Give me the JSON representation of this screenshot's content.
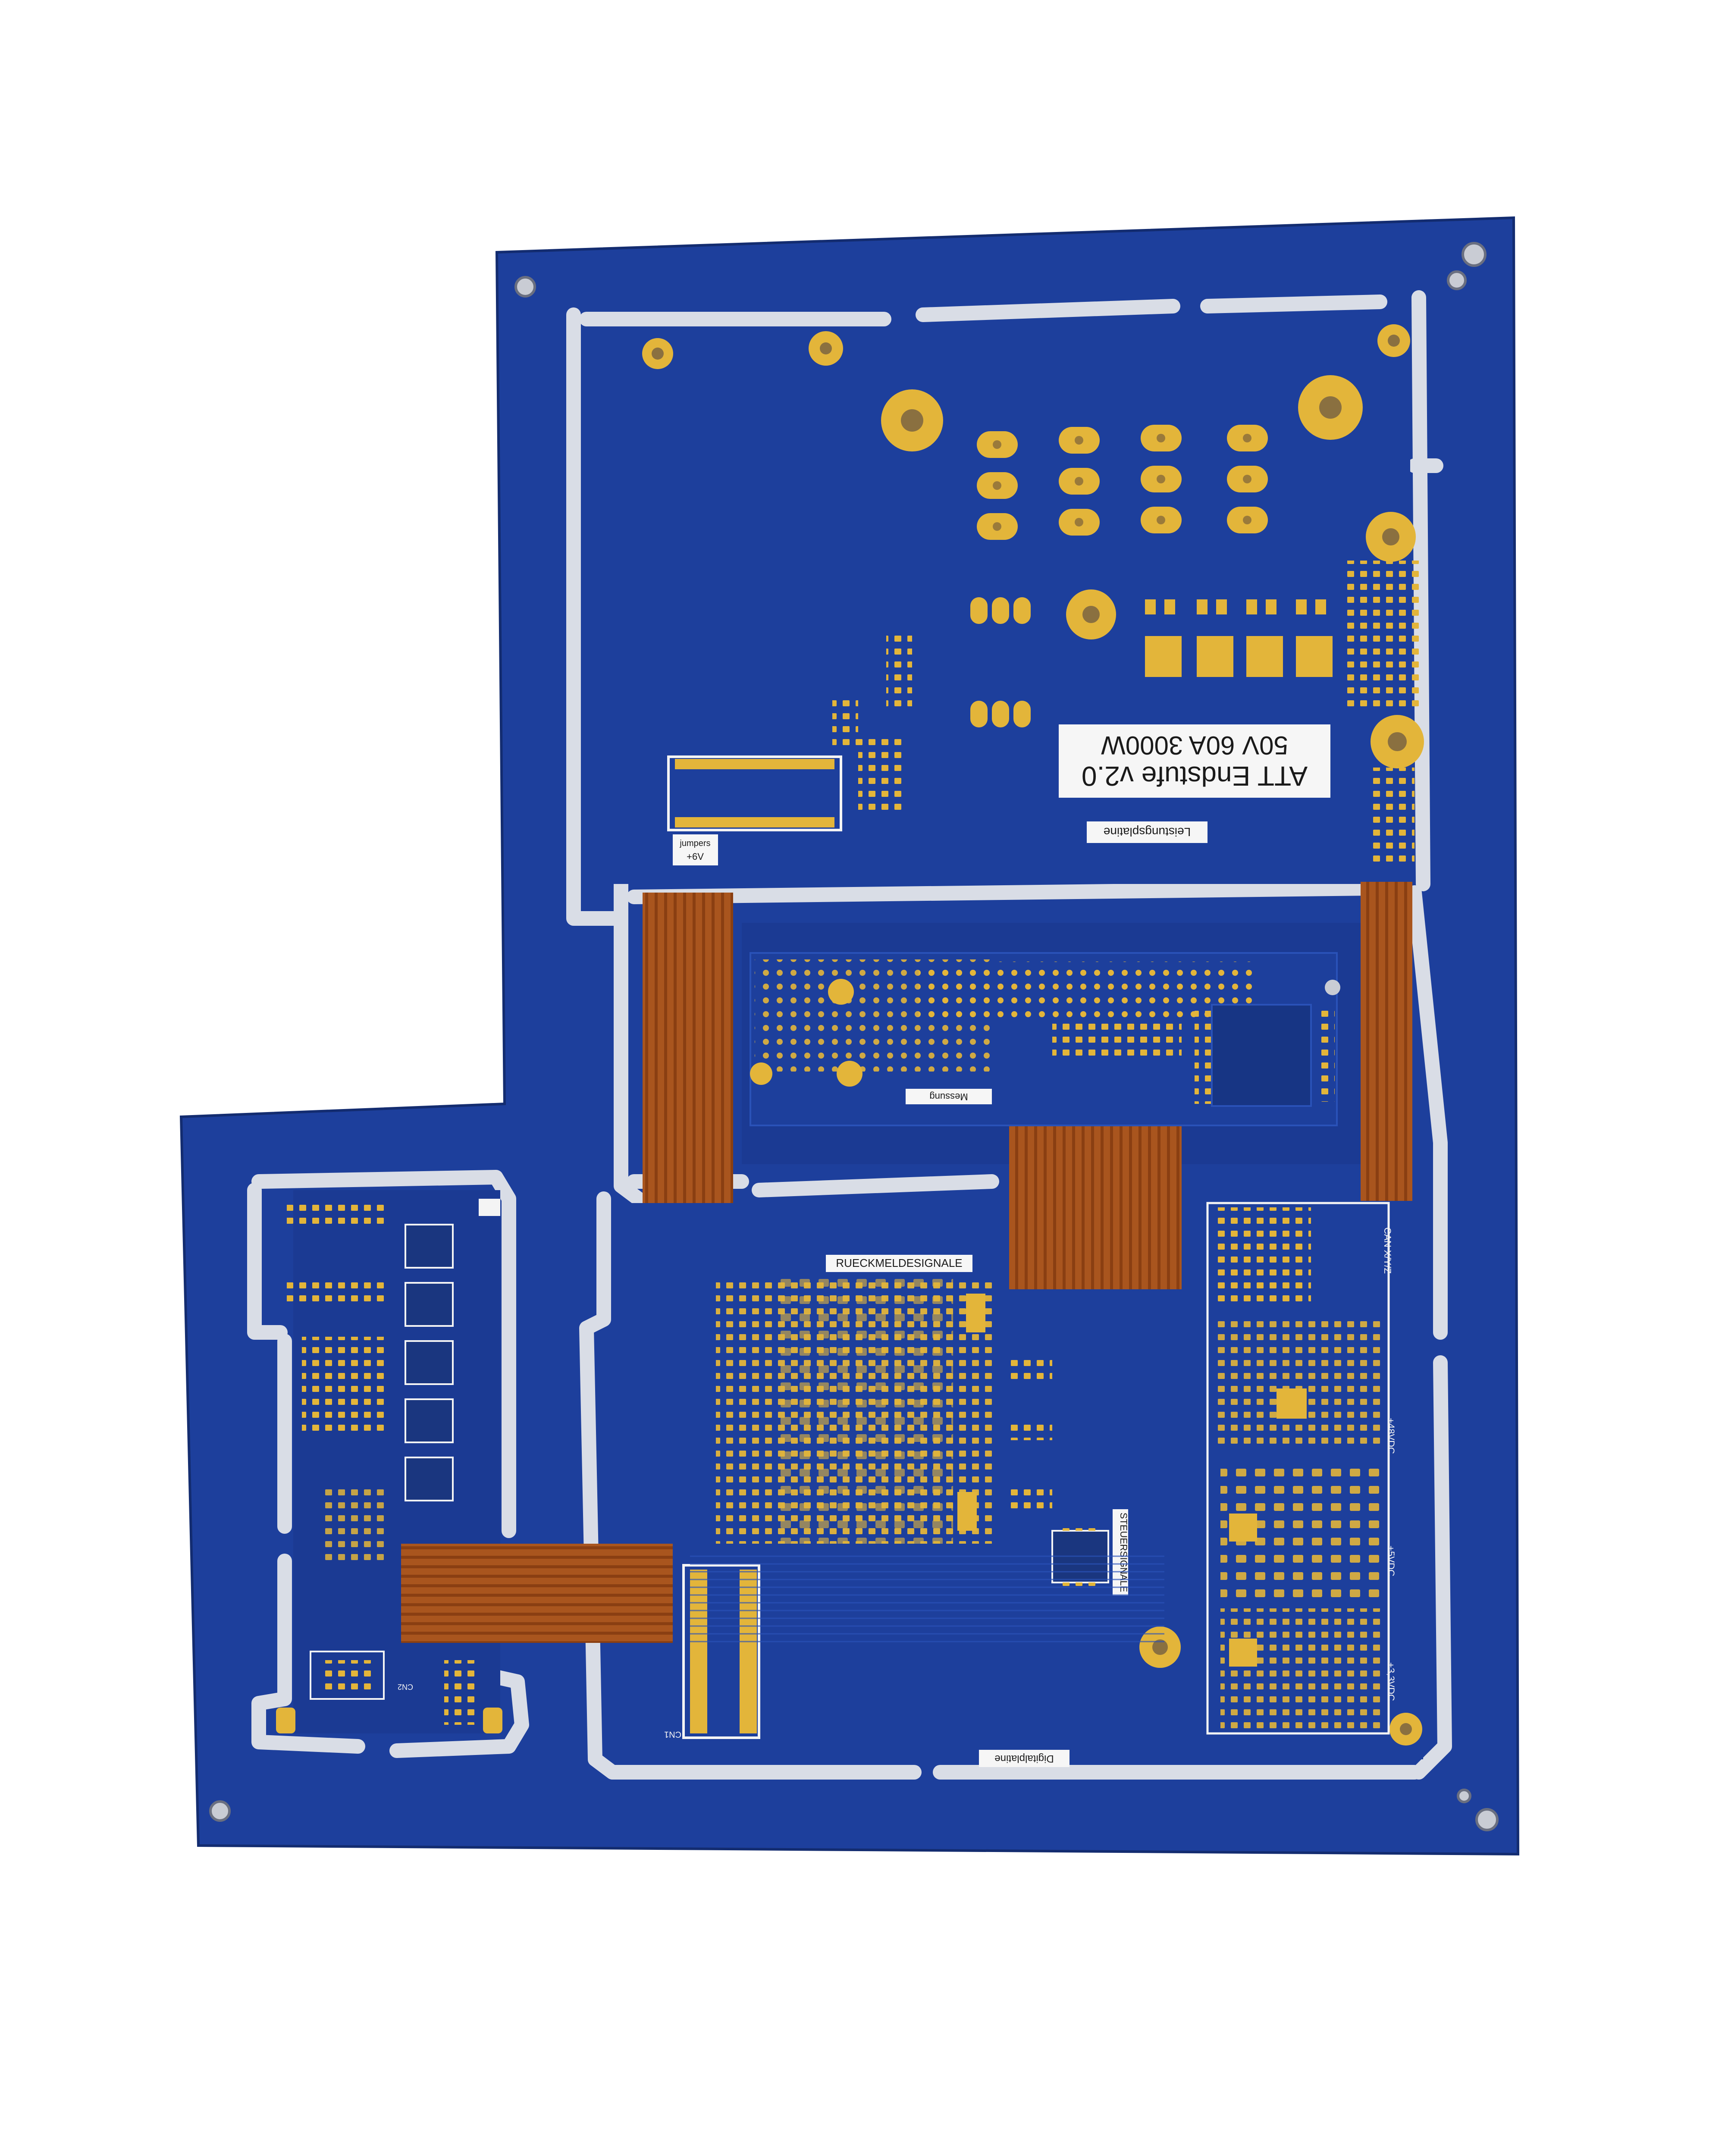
{
  "board": {
    "title_line1": "ATT Endstufe v2.0",
    "title_line2": "50V 60A 3000W",
    "section_power": "Leistungsplatine",
    "section_digital": "Digitalplatine",
    "section_signals": "RUECKMELDESIGNALE",
    "section_control": "STEUERSIGNALE",
    "section_measure": "Messung",
    "connector_cn1": "CN1",
    "connector_cn2": "CN2",
    "connector_can": "CAN X/Y/Z",
    "rail_p6v": "+6V",
    "rail_p48": "+48VDC",
    "rail_p5": "+5VDC",
    "rail_p33": "+3,3VDC",
    "label_jumper": "jumpers"
  },
  "colors": {
    "solder_mask": "#1d3f9c",
    "solder_mask_dark": "#16327e",
    "gold_pad": "#e3b53a",
    "flex_polyimide": "#a9551e",
    "silkscreen": "#f4f4f4",
    "routed_slot": "#d9dde6"
  }
}
